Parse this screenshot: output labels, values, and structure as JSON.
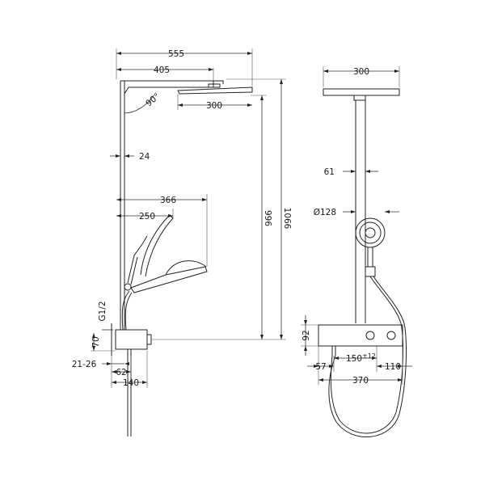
{
  "side_view": {
    "overall_width": "555",
    "head_arm_length": "405",
    "head_diameter": "300",
    "arm_angle": "90°",
    "rail_width": "24",
    "hand_shower_reach": "366",
    "hand_shower_offset": "250",
    "head_height": "996",
    "total_height": "1066",
    "connection_thread": "G1/2",
    "connection_height": "70",
    "wall_distance": "21-26",
    "mixer_depth_small": "62",
    "mixer_depth": "140"
  },
  "front_view": {
    "head_width": "300",
    "rail_diameter": "61",
    "hand_shower_diameter": "Ø128",
    "mixer_height": "92",
    "side_margin": "57",
    "inlet_spacing": "150",
    "inlet_tolerance": "±12",
    "right_margin": "110",
    "mixer_width": "370"
  }
}
